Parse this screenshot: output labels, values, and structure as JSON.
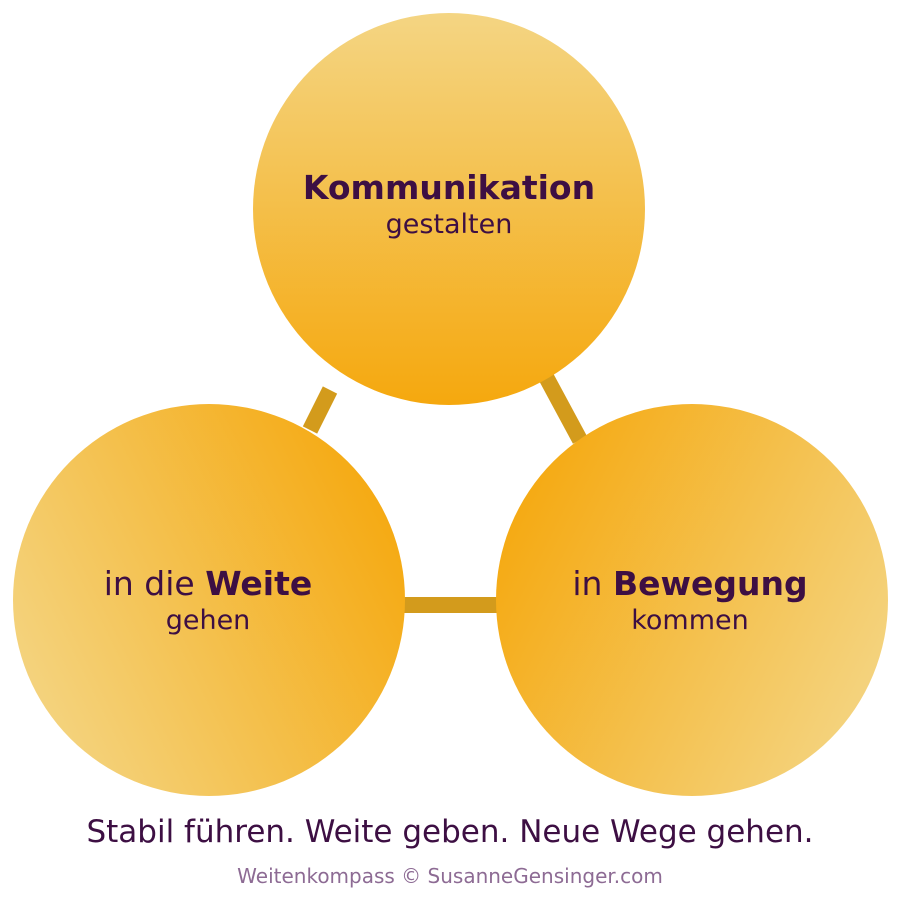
{
  "colors": {
    "connector": "#d39b1c",
    "text_dark": "#3d0f43",
    "text_muted": "#8d6b94",
    "circle_light": "#f4d583",
    "circle_deep": "#f5a80e"
  },
  "nodes": {
    "top": {
      "bold": "Kommunikation",
      "line2": "gestalten"
    },
    "left": {
      "prefix": "in die ",
      "bold": "Weite",
      "line2": "gehen"
    },
    "right": {
      "prefix": "in ",
      "bold": "Bewegung",
      "line2": "kommen"
    }
  },
  "tagline": "Stabil führen. Weite geben. Neue Wege gehen.",
  "credit": "Weitenkompass © SusanneGensinger.com"
}
